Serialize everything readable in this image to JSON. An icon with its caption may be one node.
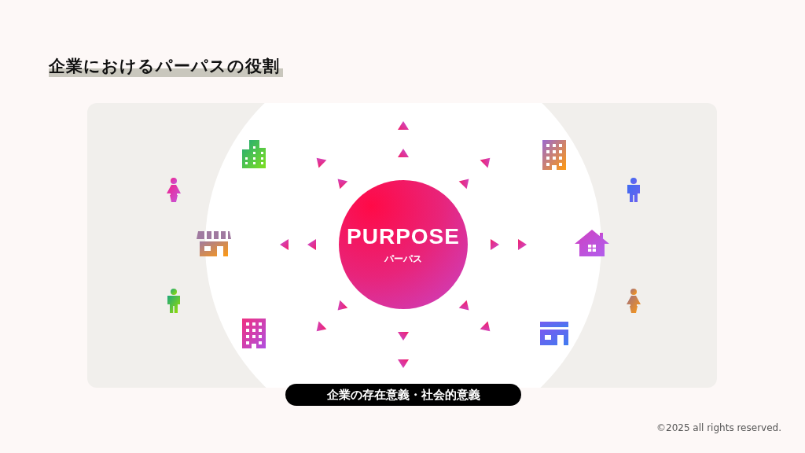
{
  "diagram": {
    "title": "企業におけるパーパスの役割",
    "nodes": [
      {
        "text": [
          "PURPOSE",
          "パーパス"
        ]
      },
      {
        "text": [
          "企業の存在意義・社会的意義"
        ]
      }
    ],
    "edges": [],
    "labels": [
      "©2025 all rights reserved."
    ]
  }
}
